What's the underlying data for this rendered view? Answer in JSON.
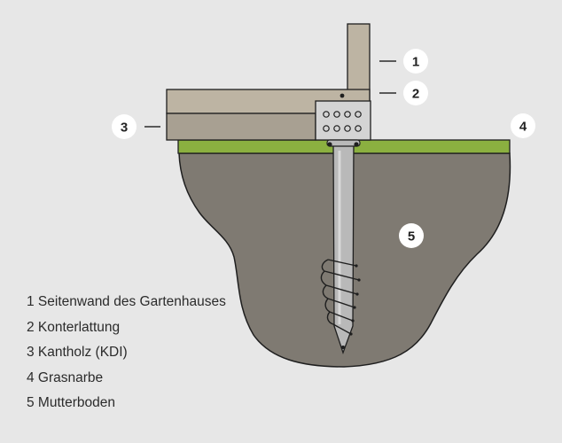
{
  "colors": {
    "background": "#e7e7e7",
    "wall": "#bdb4a3",
    "batten": "#bdb4a3",
    "timber": "#a8a092",
    "grass": "#8bb040",
    "soil": "#7f7a72",
    "screw": "#b9b9b9",
    "outline": "#1f1f1f",
    "badge": "#ffffff"
  },
  "badges": [
    {
      "number": "1",
      "part": "seitenwand"
    },
    {
      "number": "2",
      "part": "konterlattung"
    },
    {
      "number": "3",
      "part": "kantholz"
    },
    {
      "number": "4",
      "part": "grasnarbe"
    },
    {
      "number": "5",
      "part": "mutterboden"
    }
  ],
  "legend": [
    "1 Seitenwand des Gartenhauses",
    "2 Konterlattung",
    "3 Kantholz (KDI)",
    "4 Grasnarbe",
    "5 Mutterboden"
  ]
}
